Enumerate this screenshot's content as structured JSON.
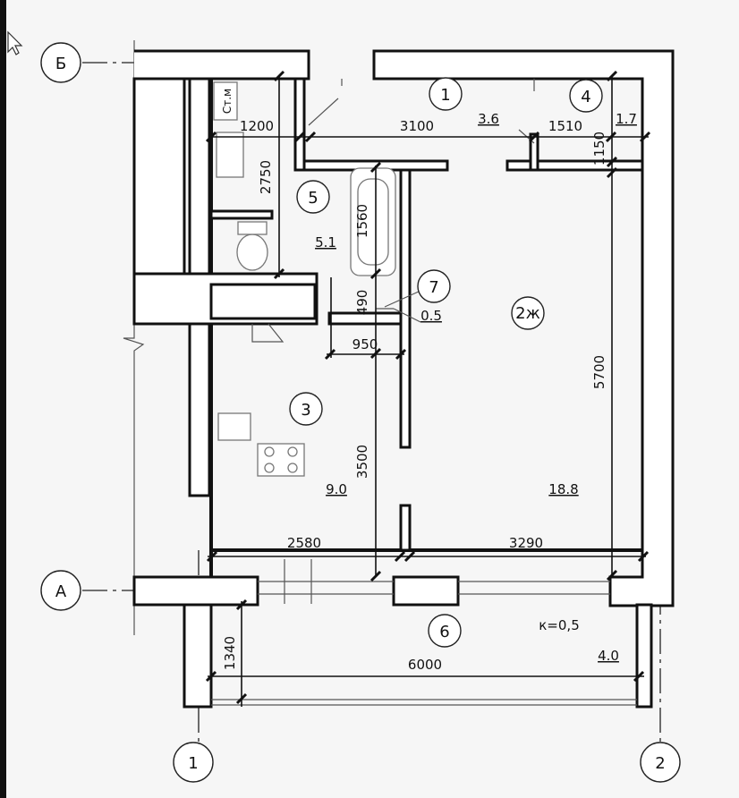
{
  "axes": {
    "row_b": "Б",
    "row_a": "А",
    "col_1": "1",
    "col_2": "2"
  },
  "rooms": [
    {
      "id": "1",
      "area": "3.6"
    },
    {
      "id": "2ж",
      "area": "18.8"
    },
    {
      "id": "3",
      "area": "9.0"
    },
    {
      "id": "4",
      "area": "1.7"
    },
    {
      "id": "5",
      "area": "5.1"
    },
    {
      "id": "6",
      "area": "4.0"
    },
    {
      "id": "7",
      "area": "0.5"
    }
  ],
  "dimensions": {
    "d1200": "1200",
    "d3100": "3100",
    "d1510": "1510",
    "d1150": "1150",
    "d2750": "2750",
    "d1560": "1560",
    "d490": "490",
    "d950": "950",
    "d3500": "3500",
    "d5700": "5700",
    "d2580": "2580",
    "d3290": "3290",
    "d1340": "1340",
    "d6000": "6000"
  },
  "labels": {
    "balcony_coef": "к=0,5",
    "chute_label": "Ст.м"
  }
}
